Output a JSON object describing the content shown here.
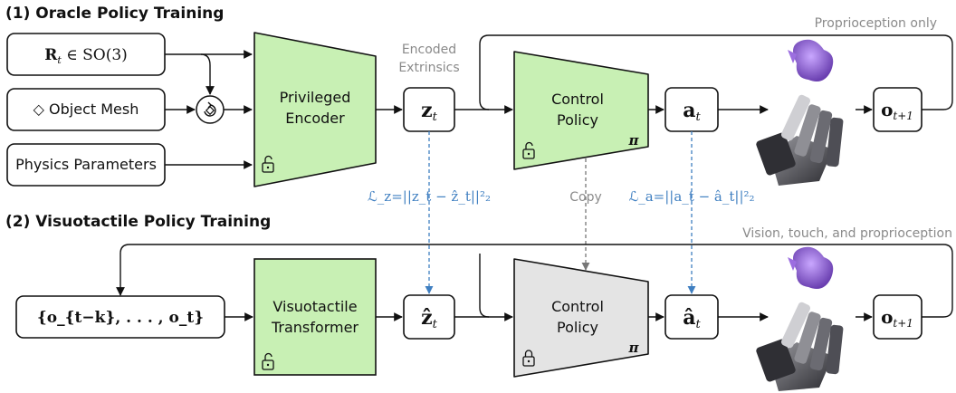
{
  "section1": {
    "title": "(1) Oracle Policy Training"
  },
  "section2": {
    "title": "(2) Visuotactile Policy Training"
  },
  "inputs": {
    "rotation": {
      "symbol": "R",
      "sub": "t",
      "rest": " ∈ SO(3)"
    },
    "object_mesh": "◇ Object Mesh",
    "physics": "Physics Parameters"
  },
  "encoder": {
    "line1": "Privileged",
    "line2": "Encoder"
  },
  "encoded_extrinsics": {
    "line1": "Encoded",
    "line2": "Extrinsics"
  },
  "z_t": {
    "symbol": "z",
    "sub": "t"
  },
  "z_hat_t": {
    "symbol": "ẑ",
    "sub": "t"
  },
  "control_policy_oracle": {
    "line1": "Control",
    "line2": "Policy",
    "pi": "π"
  },
  "control_policy_visuo": {
    "line1": "Control",
    "line2": "Policy",
    "pi": "π"
  },
  "a_t": {
    "symbol": "a",
    "sub": "t"
  },
  "a_hat_t": {
    "symbol": "â",
    "sub": "t"
  },
  "o_next_1": {
    "symbol": "o",
    "sub": "t+1"
  },
  "o_next_2": {
    "symbol": "o",
    "sub": "t+1"
  },
  "proprio_only": "Proprioception only",
  "vision_touch": "Vision, touch, and proprioception",
  "copy_label": "Copy",
  "loss_z": "ℒ_z=||z_t − ẑ_t||²₂",
  "loss_a": "ℒ_a=||a_t − â_t||²₂",
  "history": "{o_{t−k}, . . . , o_t}",
  "transformer": {
    "line1": "Visuotactile",
    "line2": "Transformer"
  },
  "colors": {
    "trainable": "#c8f0b4",
    "frozen": "#e4e4e4",
    "loss": "#3f7fc1",
    "hand": "#4a4a4f",
    "object": "#8a5cc7"
  },
  "icons": {
    "unlocked": "unlock-icon",
    "locked": "lock-icon",
    "rotate": "rotate-icon"
  }
}
